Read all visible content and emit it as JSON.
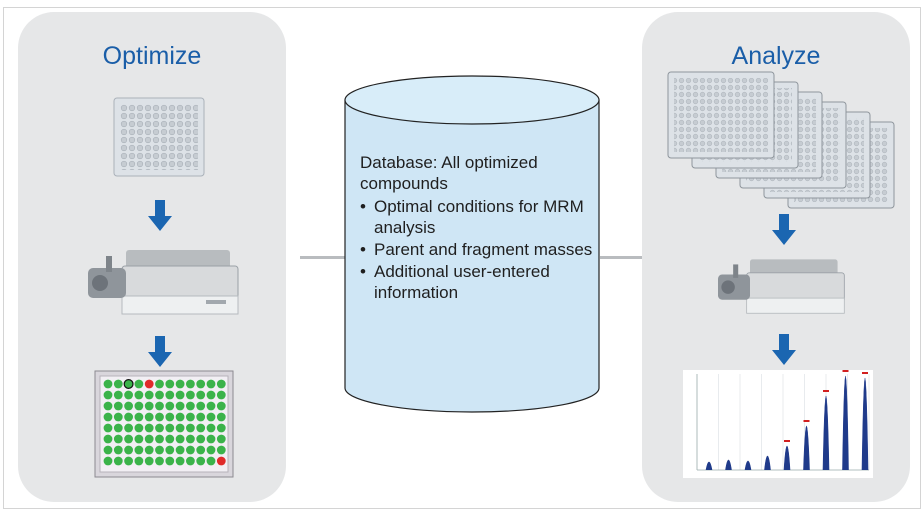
{
  "optimize": {
    "title": "Optimize",
    "icons": [
      "well-plate-image",
      "down-arrow-icon",
      "mass-spectrometer-image",
      "down-arrow-icon",
      "results-plate-image"
    ]
  },
  "database": {
    "heading": "Database: All optimized compounds",
    "items": [
      "Optimal conditions for MRM analysis",
      "Parent and fragment masses",
      "Additional user-entered information"
    ]
  },
  "analyze": {
    "title": "Analyze",
    "icons": [
      "stacked-well-plates-image",
      "down-arrow-icon",
      "mass-spectrometer-image",
      "down-arrow-icon",
      "chromatogram-image"
    ]
  },
  "colors": {
    "title_blue": "#1a5ea8",
    "arrow_blue": "#1b66b1",
    "panel_gray": "#e6e7e8",
    "cylinder_fill": "#cfe6f5",
    "well_green": "#3bb34a",
    "well_red": "#e02a2a",
    "peak_blue": "#1f3a8a",
    "peak_label_red": "#d21f1f"
  }
}
